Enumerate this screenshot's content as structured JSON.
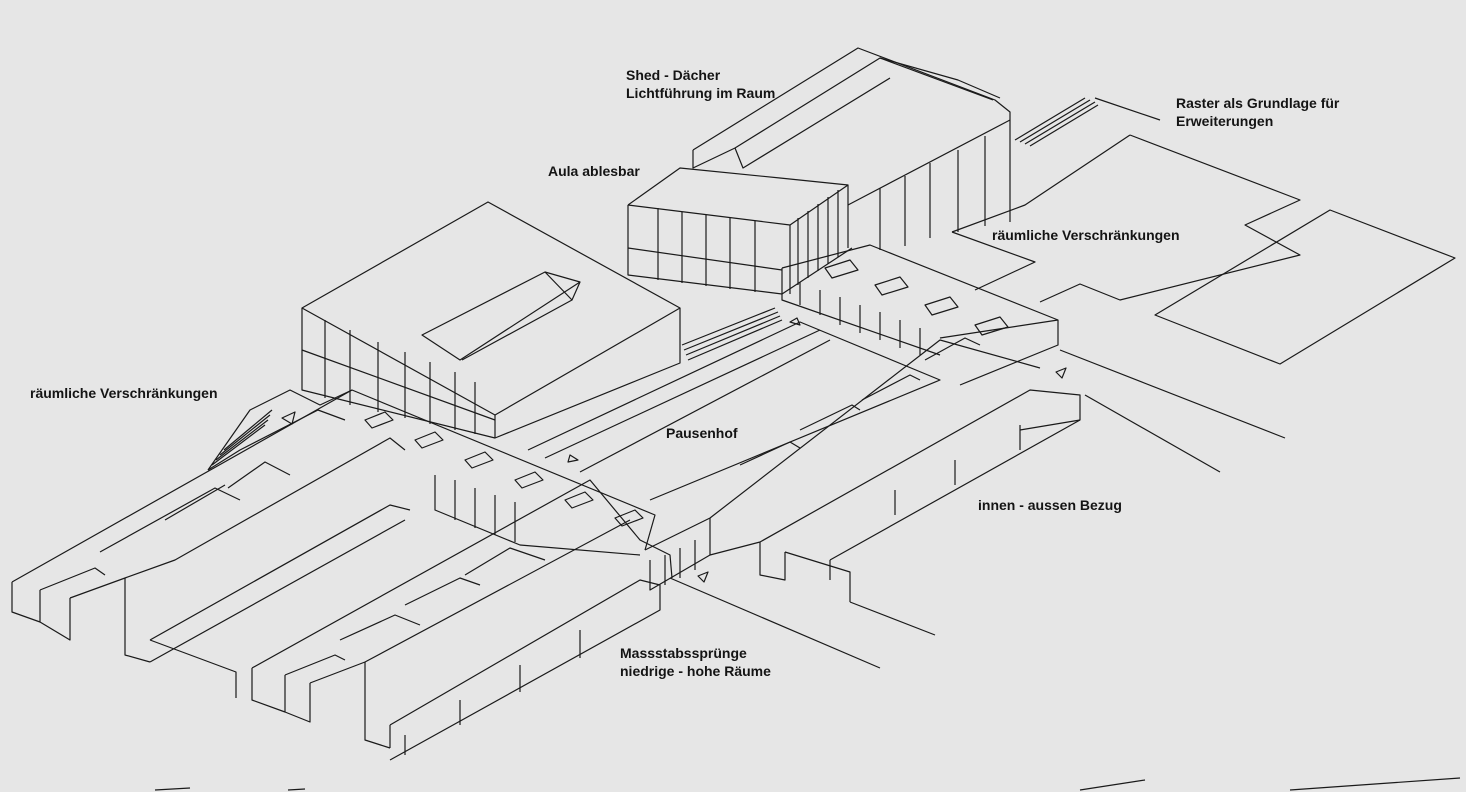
{
  "labels": {
    "shed": [
      "Shed - Dächer",
      "Lichtführung im Raum"
    ],
    "raster": [
      "Raster als Grundlage für",
      "Erweiterungen"
    ],
    "aula": "Aula ablesbar",
    "raeumlich_right": "räumliche Verschränkungen",
    "raeumlich_left": "räumliche Verschränkungen",
    "pausenhof": "Pausenhof",
    "innen_aussen": "innen - aussen Bezug",
    "massstab": [
      "Massstabssprünge",
      "niedrige - hohe Räume"
    ]
  },
  "colors": {
    "background": "#e6e6e6",
    "line": "#1a1a1a",
    "text": "#141414"
  }
}
